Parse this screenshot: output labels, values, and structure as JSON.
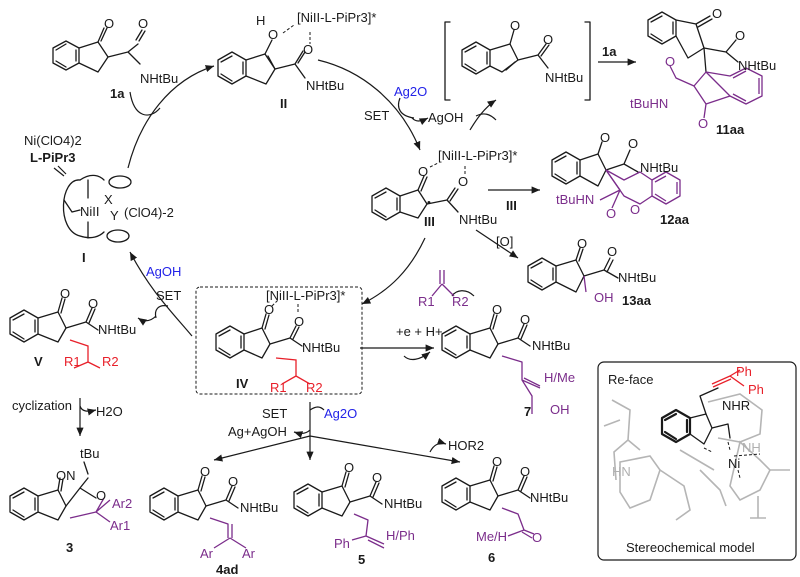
{
  "scheme": {
    "compounds": {
      "c1a": {
        "label": "1a",
        "substituent": "NHtBu"
      },
      "cII": {
        "label": "II",
        "complex": "[NiII-L-PiPr3]*",
        "substituent": "NHtBu"
      },
      "cIII": {
        "label": "III",
        "complex": "[NiII-L-PiPr3]*",
        "substituent": "NHtBu"
      },
      "cI": {
        "label": "I",
        "metal": "NiII",
        "x": "X",
        "y": "Y",
        "counterion": "(ClO4)-2"
      },
      "cIV": {
        "label": "IV",
        "complex": "[NiII-L-PiPr3]*",
        "substituent": "NHtBu",
        "r1": "R1",
        "r2": "R2"
      },
      "cV": {
        "label": "V",
        "substituent": "NHtBu",
        "r1": "R1",
        "r2": "R2"
      },
      "c3": {
        "label": "3",
        "tbu": "tBu",
        "ar1": "Ar1",
        "ar2": "Ar2",
        "on": "ON",
        "o": "O"
      },
      "c4ad": {
        "label": "4ad",
        "substituent": "NHtBu",
        "ar_left": "Ar",
        "ar_right": "Ar"
      },
      "c5": {
        "label": "5",
        "substituent": "NHtBu",
        "ph": "Ph",
        "end": "H/Ph"
      },
      "c6": {
        "label": "6",
        "substituent": "NHtBu",
        "end": "Me/H"
      },
      "c7": {
        "label": "7",
        "substituent": "NHtBu",
        "end": "H/Me",
        "oh": "OH"
      },
      "c11aa": {
        "label": "11aa",
        "substituent": "NHtBu",
        "tbuhn": "tBuHN"
      },
      "c12aa": {
        "label": "12aa",
        "substituent": "NHtBu",
        "tbuhn": "tBuHN"
      },
      "c13aa": {
        "label": "13aa",
        "substituent": "NHtBu",
        "oh": "OH"
      },
      "intermediate": {
        "substituent": "NHtBu"
      }
    },
    "reagents": {
      "catalyst_line1": "Ni(ClO4)2",
      "catalyst_line2": "L-PiPr3",
      "ag2o_top": "Ag2O",
      "agoh_top": "AgOH",
      "set_top": "SET",
      "agoh_left": "AgOH",
      "set_left": "SET",
      "reagent_1a": "1a",
      "reagent_III": "III",
      "oxidant": "[O]",
      "alkene_r1": "R1",
      "alkene_r2": "R2",
      "reduction": "+e + H+",
      "set_bottom": "SET",
      "ag2o_bottom": "Ag2O",
      "ag_agoh": "Ag+AgOH",
      "hor2": "HOR2",
      "cyclization": "cyclization",
      "h2o": "H2O"
    },
    "model": {
      "title": "Stereochemical model",
      "face": "Re-face",
      "ph1": "Ph",
      "ph2": "Ph",
      "nhr": "NHR",
      "ni": "Ni",
      "hn": "HN",
      "nh": "NH"
    },
    "colors": {
      "reagent_blue": "#2323e8",
      "product_purple": "#7b2d8b",
      "radical_red": "#e8202a",
      "ligand_gray": "#b5b5b5"
    }
  }
}
